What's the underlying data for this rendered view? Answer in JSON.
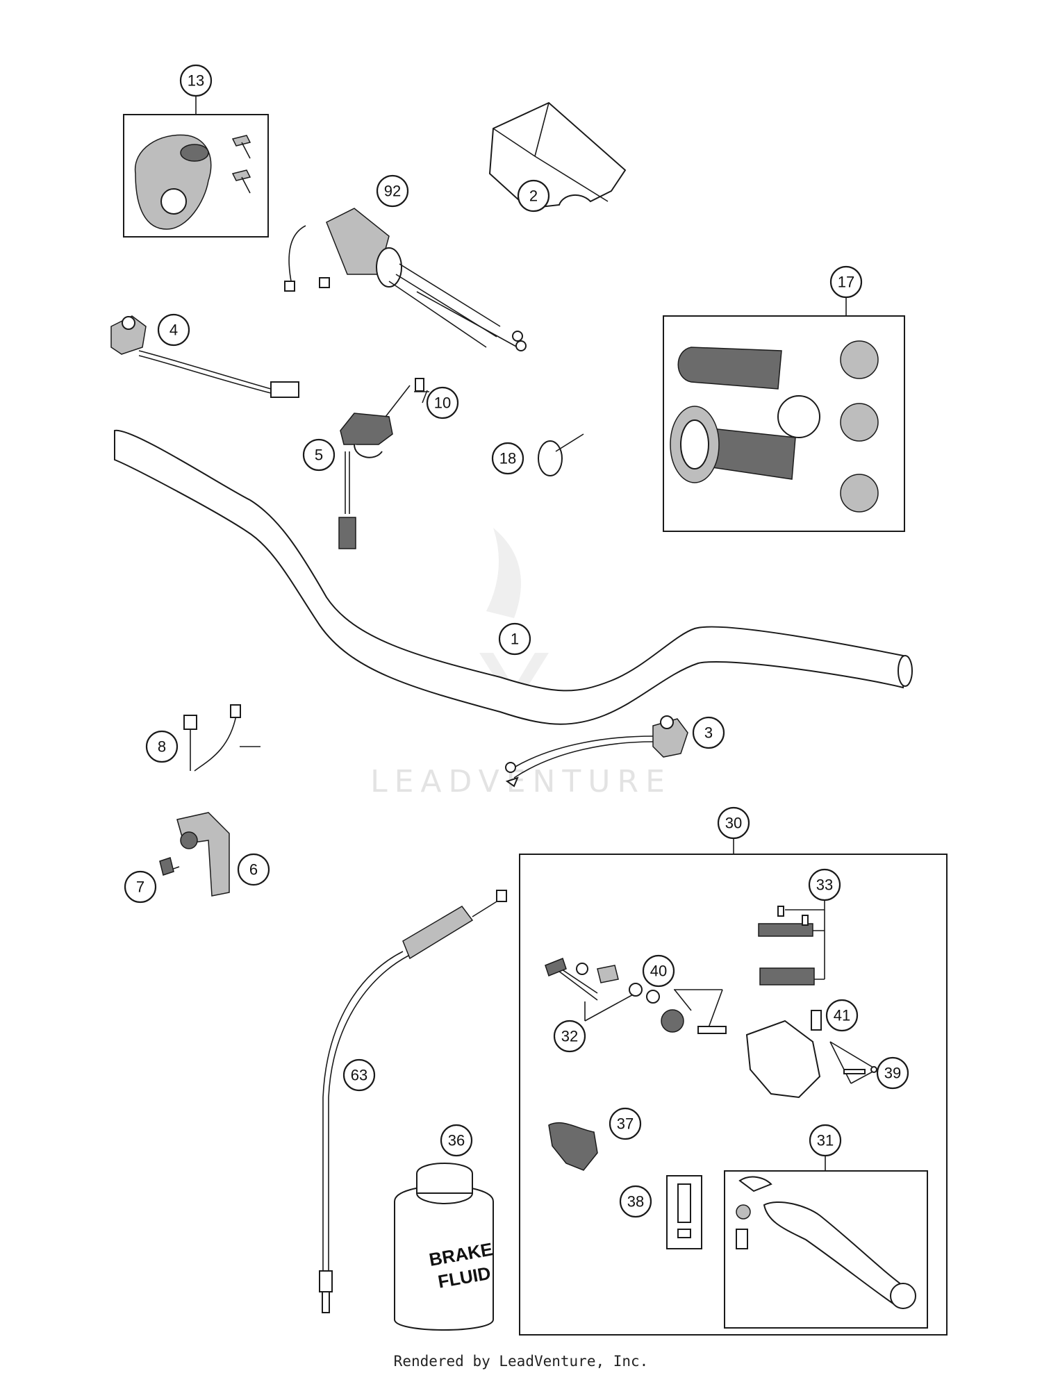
{
  "watermark": "LEADVENTURE",
  "footer": "Rendered by LeadVenture, Inc.",
  "bottle_label": {
    "line1": "BRAKE",
    "line2": "FLUID"
  },
  "callouts": [
    {
      "id": "c1",
      "number": "1"
    },
    {
      "id": "c2",
      "number": "2"
    },
    {
      "id": "c3",
      "number": "3"
    },
    {
      "id": "c4",
      "number": "4"
    },
    {
      "id": "c5",
      "number": "5"
    },
    {
      "id": "c6",
      "number": "6"
    },
    {
      "id": "c7",
      "number": "7"
    },
    {
      "id": "c8",
      "number": "8"
    },
    {
      "id": "c10",
      "number": "10"
    },
    {
      "id": "c13",
      "number": "13"
    },
    {
      "id": "c17",
      "number": "17"
    },
    {
      "id": "c18",
      "number": "18"
    },
    {
      "id": "c30",
      "number": "30"
    },
    {
      "id": "c31",
      "number": "31"
    },
    {
      "id": "c32",
      "number": "32"
    },
    {
      "id": "c33",
      "number": "33"
    },
    {
      "id": "c36",
      "number": "36"
    },
    {
      "id": "c37",
      "number": "37"
    },
    {
      "id": "c38",
      "number": "38"
    },
    {
      "id": "c39",
      "number": "39"
    },
    {
      "id": "c40",
      "number": "40"
    },
    {
      "id": "c41",
      "number": "41"
    },
    {
      "id": "c63",
      "number": "63"
    },
    {
      "id": "c92",
      "number": "92"
    }
  ]
}
